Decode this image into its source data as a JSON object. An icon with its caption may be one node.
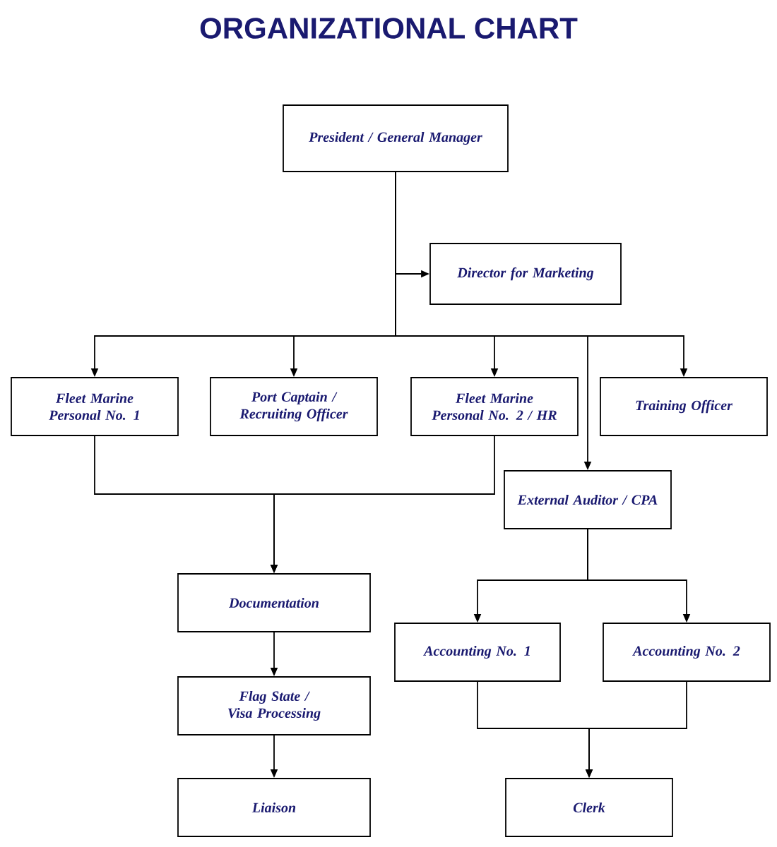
{
  "diagram": {
    "title": "ORGANIZATIONAL CHART",
    "nodes": [
      {
        "text": [
          "President / General Manager"
        ]
      },
      {
        "text": [
          "Director for Marketing"
        ]
      },
      {
        "text": [
          "Fleet Marine Personal No. 1"
        ]
      },
      {
        "text": [
          "Port Captain / Recruiting Officer"
        ]
      },
      {
        "text": [
          "Fleet Marine Personal No. 2 / HR"
        ]
      },
      {
        "text": [
          "Training Officer"
        ]
      },
      {
        "text": [
          "External Auditor / CPA"
        ]
      },
      {
        "text": [
          "Documentation"
        ]
      },
      {
        "text": [
          "Flag State / Visa Processing"
        ]
      },
      {
        "text": [
          "Liaison"
        ]
      },
      {
        "text": [
          "Accounting No. 1"
        ]
      },
      {
        "text": [
          "Accounting No. 2"
        ]
      },
      {
        "text": [
          "Clerk"
        ]
      }
    ],
    "edges": [
      {
        "from": 0,
        "to": 1,
        "arrow": "to"
      },
      {
        "from": 0,
        "to": 2,
        "arrow": "to"
      },
      {
        "from": 0,
        "to": 3,
        "arrow": "to"
      },
      {
        "from": 0,
        "to": 4,
        "arrow": "to"
      },
      {
        "from": 0,
        "to": 5,
        "arrow": "to"
      },
      {
        "from": 0,
        "to": 6,
        "arrow": "to"
      },
      {
        "from": 2,
        "to": 7,
        "arrow": "to"
      },
      {
        "from": 4,
        "to": 7,
        "arrow": "to"
      },
      {
        "from": 7,
        "to": 8,
        "arrow": "to"
      },
      {
        "from": 8,
        "to": 9,
        "arrow": "to"
      },
      {
        "from": 6,
        "to": 10,
        "arrow": "to"
      },
      {
        "from": 6,
        "to": 11,
        "arrow": "to"
      },
      {
        "from": 10,
        "to": 12,
        "arrow": "to"
      },
      {
        "from": 11,
        "to": 12,
        "arrow": "to"
      }
    ]
  }
}
